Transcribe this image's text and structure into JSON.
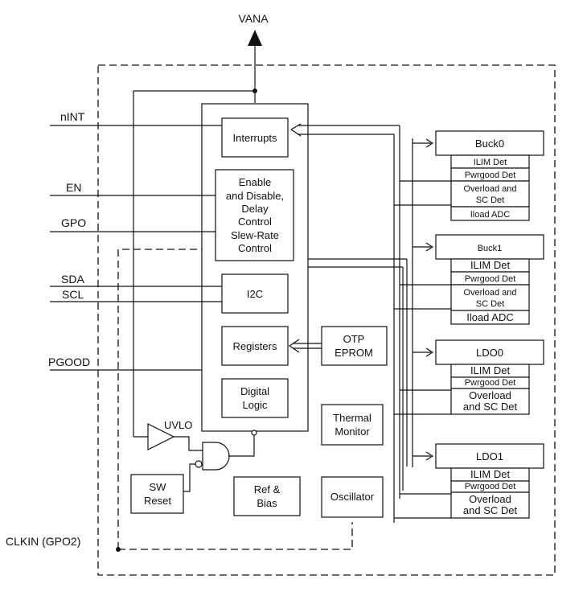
{
  "supply": "VANA",
  "pins": {
    "nint": "nINT",
    "en": "EN",
    "gpo": "GPO",
    "sda": "SDA",
    "scl": "SCL",
    "pgood": "PGOOD",
    "clkin": "CLKIN (GPO2)"
  },
  "core": {
    "interrupts": "Interrupts",
    "enable": [
      "Enable",
      "and Disable,",
      "Delay",
      "Control",
      "Slew-Rate",
      "Control"
    ],
    "i2c": "I2C",
    "registers": "Registers",
    "digital_logic": [
      "Digital",
      "Logic"
    ]
  },
  "otp": [
    "OTP",
    "EPROM"
  ],
  "thermal": [
    "Thermal",
    "Monitor"
  ],
  "uvlo": "UVLO",
  "sw_reset": [
    "SW",
    "Reset"
  ],
  "ref_bias": [
    "Ref &",
    "Bias"
  ],
  "oscillator": "Oscillator",
  "regulators": {
    "buck0": {
      "name": "Buck0",
      "ilim": "ILIM Det",
      "pwrgood": "Pwrgood Det",
      "overload": [
        "Overload and",
        "SC Det"
      ],
      "iload": "Iload ADC"
    },
    "buck1": {
      "name": "Buck1",
      "ilim": "ILIM Det",
      "pwrgood": "Pwrgood Det",
      "overload": [
        "Overload and",
        "SC Det"
      ],
      "iload": "Iload ADC"
    },
    "ldo0": {
      "name": "LDO0",
      "ilim": "ILIM Det",
      "pwrgood": "Pwrgood Det",
      "overload": [
        "Overload",
        "and SC Det"
      ]
    },
    "ldo1": {
      "name": "LDO1",
      "ilim": "ILIM Det",
      "pwrgood": "Pwrgood Det",
      "overload": [
        "Overload",
        "and SC Det"
      ]
    }
  }
}
